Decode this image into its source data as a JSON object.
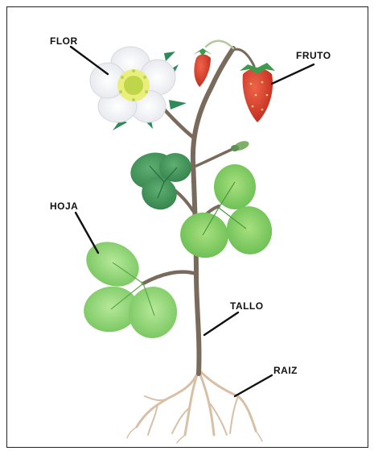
{
  "labels": {
    "flower": "FLOR",
    "fruit": "FRUTO",
    "leaf": "HOJA",
    "stem": "TALLO",
    "root": "RAIZ"
  },
  "colors": {
    "stem": "#7a6a5c",
    "leaf_dark": "#3b8f52",
    "leaf_light": "#8ed06a",
    "petal": "#f3f3f6",
    "fruit": "#d63a2a",
    "root": "#d8c0a6"
  }
}
